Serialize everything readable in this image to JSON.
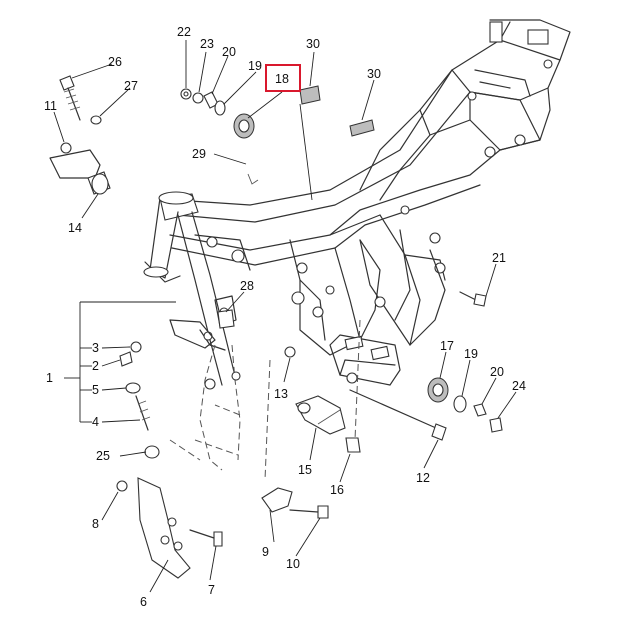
{
  "highlight": {
    "label": "18",
    "color": "#d9182d"
  },
  "callouts": [
    "1",
    "2",
    "3",
    "4",
    "5",
    "6",
    "7",
    "8",
    "9",
    "10",
    "11",
    "12",
    "13",
    "14",
    "15",
    "16",
    "17",
    "19",
    "19",
    "20",
    "20",
    "21",
    "22",
    "23",
    "24",
    "25",
    "26",
    "27",
    "28",
    "29",
    "30",
    "30"
  ]
}
